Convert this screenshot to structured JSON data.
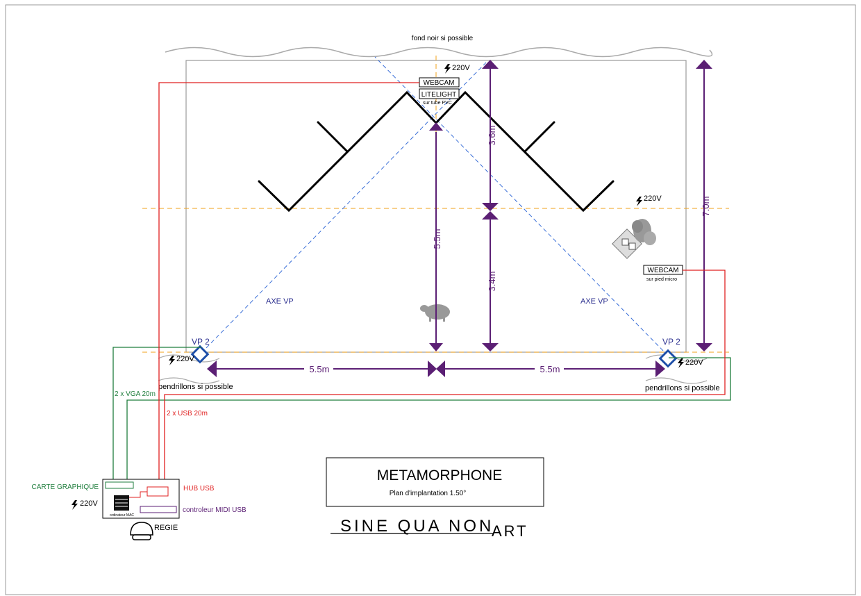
{
  "colors": {
    "purple": "#5b1f74",
    "green": "#1e7d3c",
    "red": "#e02020",
    "blue_dashed": "#3a6fd8",
    "orange_dashed": "#f2a21a",
    "vp_blue": "#1e4fa8",
    "black": "#000000"
  },
  "labels": {
    "backdrop": "fond noir si possible",
    "webcam_top": "WEBCAM",
    "litelight": "LITELIGHT",
    "litelight_note": "sur tube PVC",
    "power_top": "220V",
    "power_right": "220V",
    "power_vp_left": "220V",
    "power_vp_right": "220V",
    "power_regie": "220V",
    "webcam_right": "WEBCAM",
    "webcam_right_note": "sur pied micro",
    "axe_left": "AXE VP",
    "axe_right": "AXE VP",
    "vp_left": "VP 2",
    "vp_right": "VP 2",
    "pendrillons_left": "pendrillons si possible",
    "pendrillons_right": "pendrillons si possible",
    "vga": "2 x VGA 20m",
    "usb": "2 x USB 20m",
    "carte_graphique": "CARTE GRAPHIQUE",
    "hub_usb": "HUB USB",
    "controleur_midi": "controleur MIDI USB",
    "ordinateur": "ordinateur MAC",
    "regie": "REGIE"
  },
  "dimensions": {
    "center_height": "5.5m",
    "upper_right": "3.6m",
    "lower_right": "3.4m",
    "total_depth": "7.0m",
    "half_width_left": "5.5m",
    "half_width_right": "5.5m"
  },
  "title_block": {
    "title": "METAMORPHONE",
    "subtitle": "Plan d'implantation 1.50°"
  },
  "brand": {
    "main": "SINE QUA NON",
    "suffix": "ART"
  },
  "icons": {
    "power": "lightning-icon",
    "projector": "projector-icon",
    "chair": "chair-icon",
    "sheep": "sheep-icon",
    "bush": "bush-icon"
  }
}
